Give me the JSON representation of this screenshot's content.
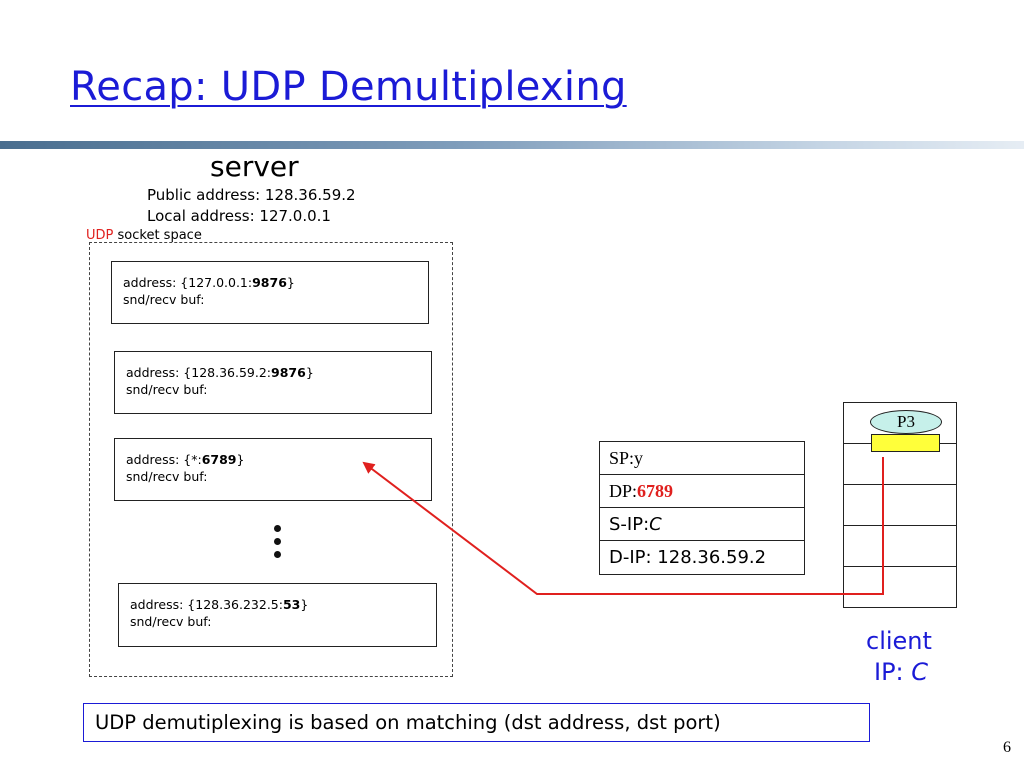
{
  "slide": {
    "title": "Recap: UDP Demultiplexing",
    "number": "6"
  },
  "server": {
    "label": "server",
    "public_address": "Public address: 128.36.59.2",
    "local_address": "Local address: 127.0.0.1",
    "socket_space_prefix": "UDP",
    "socket_space_suffix": " socket space",
    "sockets": [
      {
        "address_prefix": "address:  {127.0.0.1:",
        "port": "9876",
        "address_suffix": "}",
        "buf": "snd/recv buf:"
      },
      {
        "address_prefix": "address:  {128.36.59.2:",
        "port": "9876",
        "address_suffix": "}",
        "buf": "snd/recv buf:"
      },
      {
        "address_prefix": "address:  {*:",
        "port": "6789",
        "address_suffix": "}",
        "buf": "snd/recv buf:"
      },
      {
        "address_prefix": "address:  {128.36.232.5:",
        "port": "53",
        "address_suffix": "}",
        "buf": "snd/recv buf:"
      }
    ]
  },
  "packet_header": {
    "sp_label": "SP: ",
    "sp_value": "y",
    "dp_label": "DP: ",
    "dp_value": "6789",
    "sip_label": "S-IP: ",
    "sip_value": "C",
    "dip": "D-IP: 128.36.59.2"
  },
  "client": {
    "process": "P3",
    "label": "client",
    "ip_label": "IP: ",
    "ip_value": "C"
  },
  "note": "UDP demutiplexing is based on matching (dst address, dst port)",
  "colors": {
    "title": "#1b1bd6",
    "accent_red": "#e0201e",
    "process_fill": "#c6f0ea",
    "socket_fill": "#ffff3a"
  }
}
